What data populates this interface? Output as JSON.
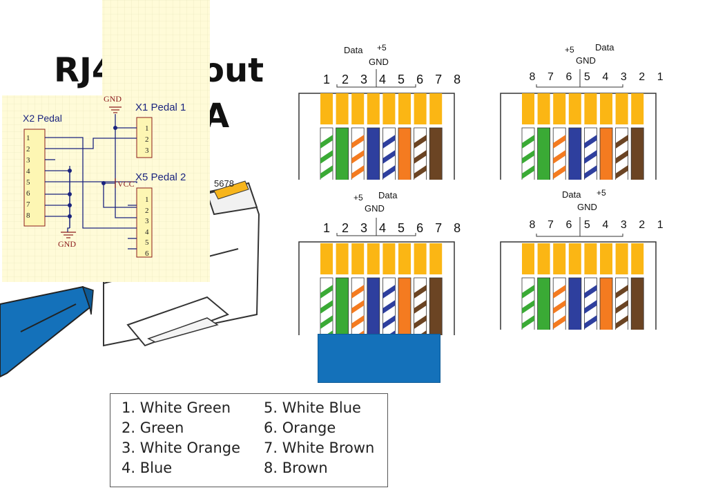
{
  "title": {
    "line1": "RJ4",
    "line1_tail": "out",
    "line2": "A"
  },
  "plug_pin_numbers": "5678",
  "schematic": {
    "x2_label": "X2 Pedal",
    "x1_label": "X1 Pedal 1",
    "x5_label": "X5 Pedal 2",
    "gnd_top": "GND",
    "gnd_bottom": "GND",
    "vcc": "VCC",
    "x2_pins": [
      "1",
      "2",
      "3",
      "4",
      "5",
      "6",
      "7",
      "8"
    ],
    "x1_pins": [
      "1",
      "2",
      "3"
    ],
    "x5_pins": [
      "1",
      "2",
      "3",
      "4",
      "5",
      "6"
    ]
  },
  "wiring_panels": [
    {
      "labels": {
        "data": "Data",
        "plus5": "+5",
        "gnd": "GND"
      },
      "pin_order": [
        "1",
        "2",
        "3",
        "4",
        "5",
        "6",
        "7",
        "8"
      ]
    },
    {
      "labels": {
        "data": "Data",
        "plus5": "+5",
        "gnd": "GND"
      },
      "pin_order": [
        "8",
        "7",
        "6",
        "5",
        "4",
        "3",
        "2",
        "1"
      ]
    },
    {
      "labels": {
        "data": "Data",
        "plus5": "+5",
        "gnd": "GND"
      },
      "pin_order": [
        "1",
        "2",
        "3",
        "4",
        "5",
        "6",
        "7",
        "8"
      ]
    },
    {
      "labels": {
        "data": "Data",
        "plus5": "+5",
        "gnd": "GND"
      },
      "pin_order": [
        "8",
        "7",
        "6",
        "5",
        "4",
        "3",
        "2",
        "1"
      ]
    }
  ],
  "wire_colors": {
    "white_green": "#3aaa35",
    "green": "#3aaa35",
    "white_orange": "#f47b20",
    "blue": "#2e3f9e",
    "white_blue": "#2e3f9e",
    "orange": "#f47b20",
    "white_brown": "#6b4423",
    "brown": "#6b4423",
    "contact_gold": "#fbb614",
    "jacket_blue": "#1471ba"
  },
  "legend": {
    "items": [
      "1. White Green",
      "2. Green",
      "3. White Orange",
      "4. Blue",
      "5. White Blue",
      "6. Orange",
      "7. White Brown",
      "8. Brown"
    ]
  }
}
